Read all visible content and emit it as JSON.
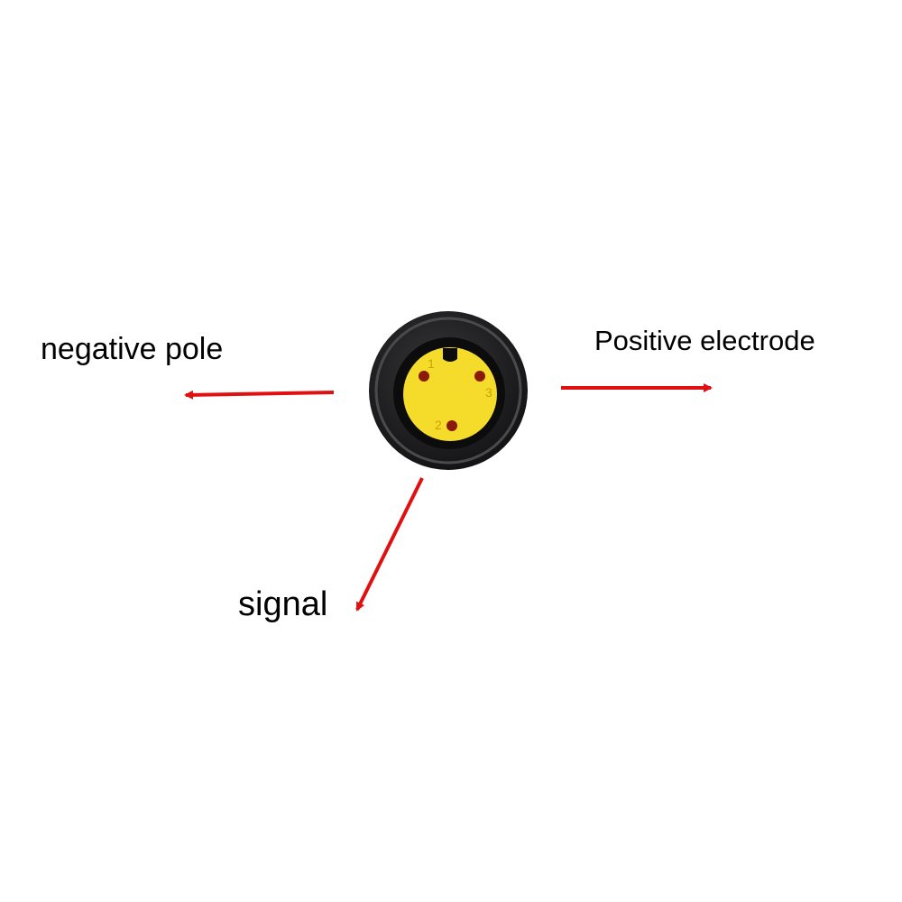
{
  "labels": {
    "negative": "negative pole",
    "positive": "Positive electrode",
    "signal": "signal"
  },
  "connector": {
    "pin_numbers": [
      "1",
      "3",
      "2"
    ]
  },
  "colors": {
    "arrow": "#e01010",
    "insert": "#f5dc2a",
    "housing": "#1c1c1e"
  }
}
